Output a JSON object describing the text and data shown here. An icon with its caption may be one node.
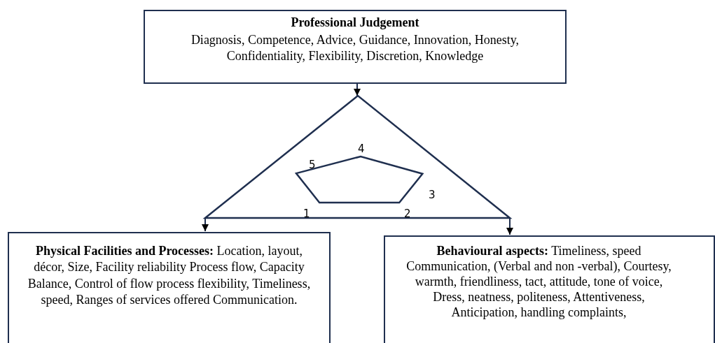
{
  "diagram": {
    "nodes": [
      {
        "text": [
          "Professional Judgement",
          "Diagnosis, Competence, Advice,  Guidance, Innovation, Honesty,  Confidentiality, Flexibility, Discretion,  Knowledge"
        ]
      },
      {
        "text": [],
        "shape": "triangle"
      },
      {
        "text": [],
        "shape": "pentagon",
        "in": 1
      },
      {
        "text": [
          "**Physical Facilities and Processes:**  Location, layout, décor, Size, Facility  reliability Process flow, Capacity  Balance, Control of flow process  flexibility, Timeliness, speed, Ranges of services offered Communication."
        ]
      },
      {
        "text": [
          "**Behavioural aspects:**  Timeliness, speed Communication,  (Verbal and non -verbal), Courtesy,  warmth, friendliness, tact, attitude, tone of voice, Dress, neatness,  politeness, Attentiveness,  Anticipation, handling complaints,"
        ]
      }
    ],
    "edges": [
      {
        "from": 0,
        "to": 1,
        "arrow": "to"
      },
      {
        "from": 1,
        "to": 3,
        "arrow": "to"
      },
      {
        "from": 1,
        "to": 4,
        "arrow": "to"
      }
    ],
    "labels": [
      "4",
      "5",
      "3",
      "1",
      "2"
    ]
  }
}
